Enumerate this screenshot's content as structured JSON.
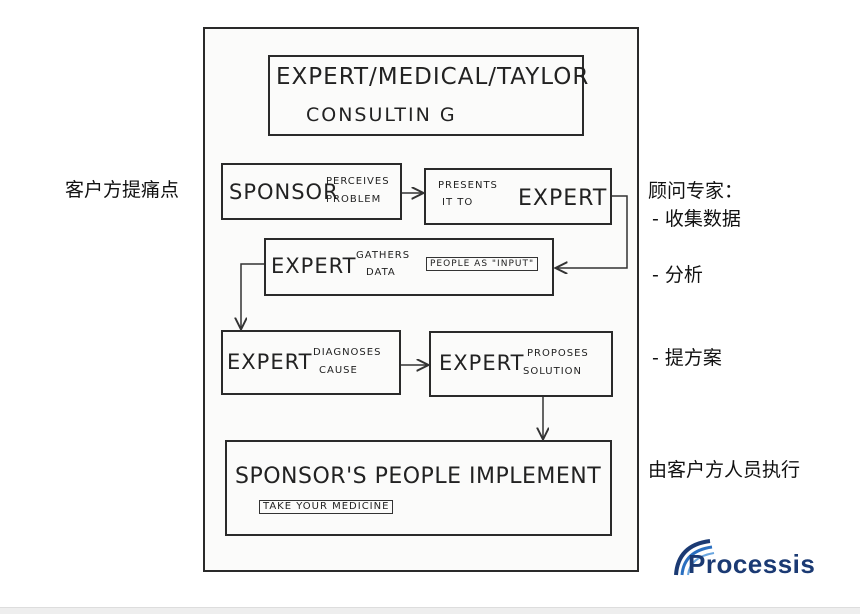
{
  "title_box": {
    "line1": "EXPERT/MEDICAL/TAYLOR",
    "line2": "CONSULTIN G"
  },
  "boxes": {
    "sponsor": {
      "big": "SPONSOR",
      "small1": "PERCEIVES",
      "small2": "PROBLEM"
    },
    "presents": {
      "small1": "PRESENTS",
      "small2": "IT TO",
      "big": "EXPERT"
    },
    "gathers": {
      "big": "EXPERT",
      "small1": "GATHERS",
      "small2": "DATA",
      "note": "PEOPLE AS \"INPUT\""
    },
    "diagnoses": {
      "big": "EXPERT",
      "small1": "DIAGNOSES",
      "small2": "CAUSE"
    },
    "proposes": {
      "big": "EXPERT",
      "small1": "PROPOSES",
      "small2": "SOLUTION"
    },
    "implement": {
      "big": "SPONSOR'S PEOPLE IMPLEMENT",
      "note": "TAKE YOUR MEDICINE"
    }
  },
  "annotations": {
    "left": "客户方提痛点",
    "right_title": "顾问专家：",
    "right_item1": "- 收集数据",
    "right_item2": "- 分析",
    "right_item3": "- 提方案",
    "right_bottom": "由客户方人员执行"
  },
  "logo": {
    "text": "Processis",
    "color": "#1b3a73",
    "accent": "#2a6fc0"
  }
}
